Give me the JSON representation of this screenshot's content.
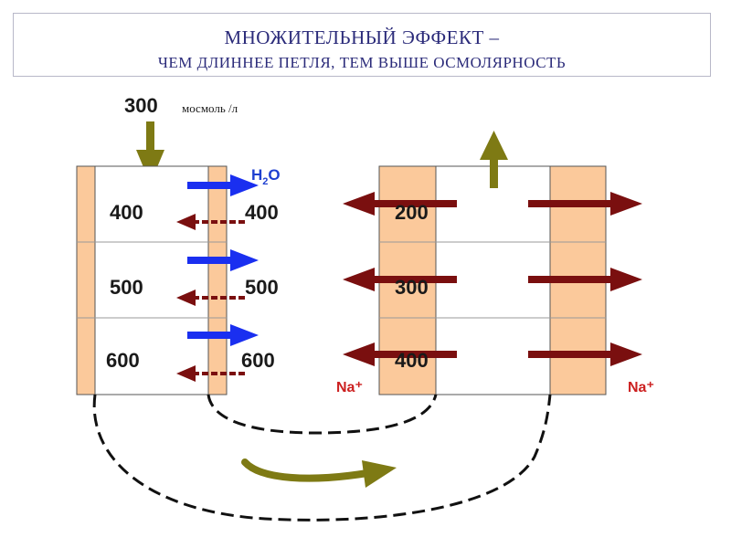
{
  "title": {
    "line1": "МНОЖИТЕЛЬНЫЙ ЭФФЕКТ –",
    "line2": "ЧЕМ ДЛИННЕЕ ПЕТЛЯ, ТЕМ ВЫШЕ ОСМОЛЯРНОСТЬ"
  },
  "input": {
    "value": "300",
    "unit": "мосмоль /л"
  },
  "water_label": {
    "main": "H",
    "sub": "2",
    "tail": "O"
  },
  "left_loop": {
    "inner_values": [
      "400",
      "500",
      "600"
    ],
    "outer_values": [
      "400",
      "500",
      "600"
    ]
  },
  "right_loop": {
    "values": [
      "200",
      "300",
      "400"
    ],
    "ion_left": "Na⁺",
    "ion_right": "Na⁺"
  },
  "colors": {
    "wall": "#fbc99b",
    "water_arrow": "#1a2ff0",
    "na_arrow": "#7a0f0f",
    "flow_arrow": "#7e7a14",
    "title": "#2b2b7a"
  }
}
